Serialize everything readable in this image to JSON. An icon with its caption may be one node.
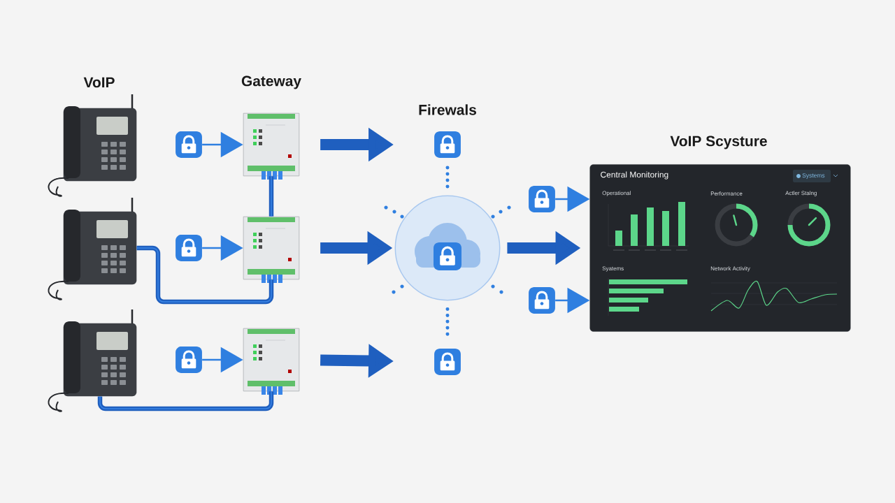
{
  "diagram": {
    "nodes": [
      {
        "text": [],
        "shape": "picture"
      },
      {
        "text": [],
        "shape": "picture"
      },
      {
        "text": [],
        "shape": "picture"
      },
      {
        "text": [],
        "shape": "picture"
      },
      {
        "text": [],
        "shape": "picture"
      },
      {
        "text": [],
        "shape": "picture"
      },
      {
        "text": [],
        "shape": "picture"
      },
      {
        "text": [],
        "shape": "picture"
      },
      {
        "text": [],
        "shape": "picture"
      },
      {
        "text": [
          "VoIP Scysture",
          "Central Monitoring"
        ]
      },
      {
        "text": [],
        "shape": "picture"
      },
      {
        "text": [],
        "shape": "picture"
      },
      {
        "text": [],
        "shape": "picture"
      },
      {
        "text": [],
        "shape": "picture"
      },
      {
        "text": [],
        "shape": "picture"
      }
    ],
    "edges": [
      {
        "from": 10,
        "to": 3,
        "arrow": "to"
      },
      {
        "from": 11,
        "to": 4,
        "arrow": "to"
      },
      {
        "from": 12,
        "to": 5,
        "arrow": "to"
      },
      {
        "from": 3,
        "to": 6,
        "arrow": "to",
        "style": "thick"
      },
      {
        "from": 4,
        "to": 7,
        "arrow": "to",
        "style": "thick"
      },
      {
        "from": 5,
        "to": 8,
        "arrow": "to",
        "style": "thick"
      },
      {
        "from": 7,
        "to": 9,
        "arrow": "to",
        "style": "thick"
      },
      {
        "from": 13,
        "to": 9,
        "arrow": "to"
      },
      {
        "from": 14,
        "to": 9,
        "arrow": "to"
      },
      {
        "from": 3,
        "to": 4,
        "arrow": "none"
      },
      {
        "from": 1,
        "to": 4,
        "arrow": "none"
      },
      {
        "from": 2,
        "to": 5,
        "arrow": "none"
      },
      {
        "from": 6,
        "to": 7,
        "arrow": "none",
        "style": "dashed"
      },
      {
        "from": 7,
        "to": 8,
        "arrow": "none",
        "style": "dashed"
      }
    ],
    "labels": [
      "VoIP",
      "Gateway",
      "Firewals",
      "Systems",
      "Operational",
      "Performance",
      "Actler Stalng",
      "Syatems",
      "Network Activity"
    ]
  }
}
